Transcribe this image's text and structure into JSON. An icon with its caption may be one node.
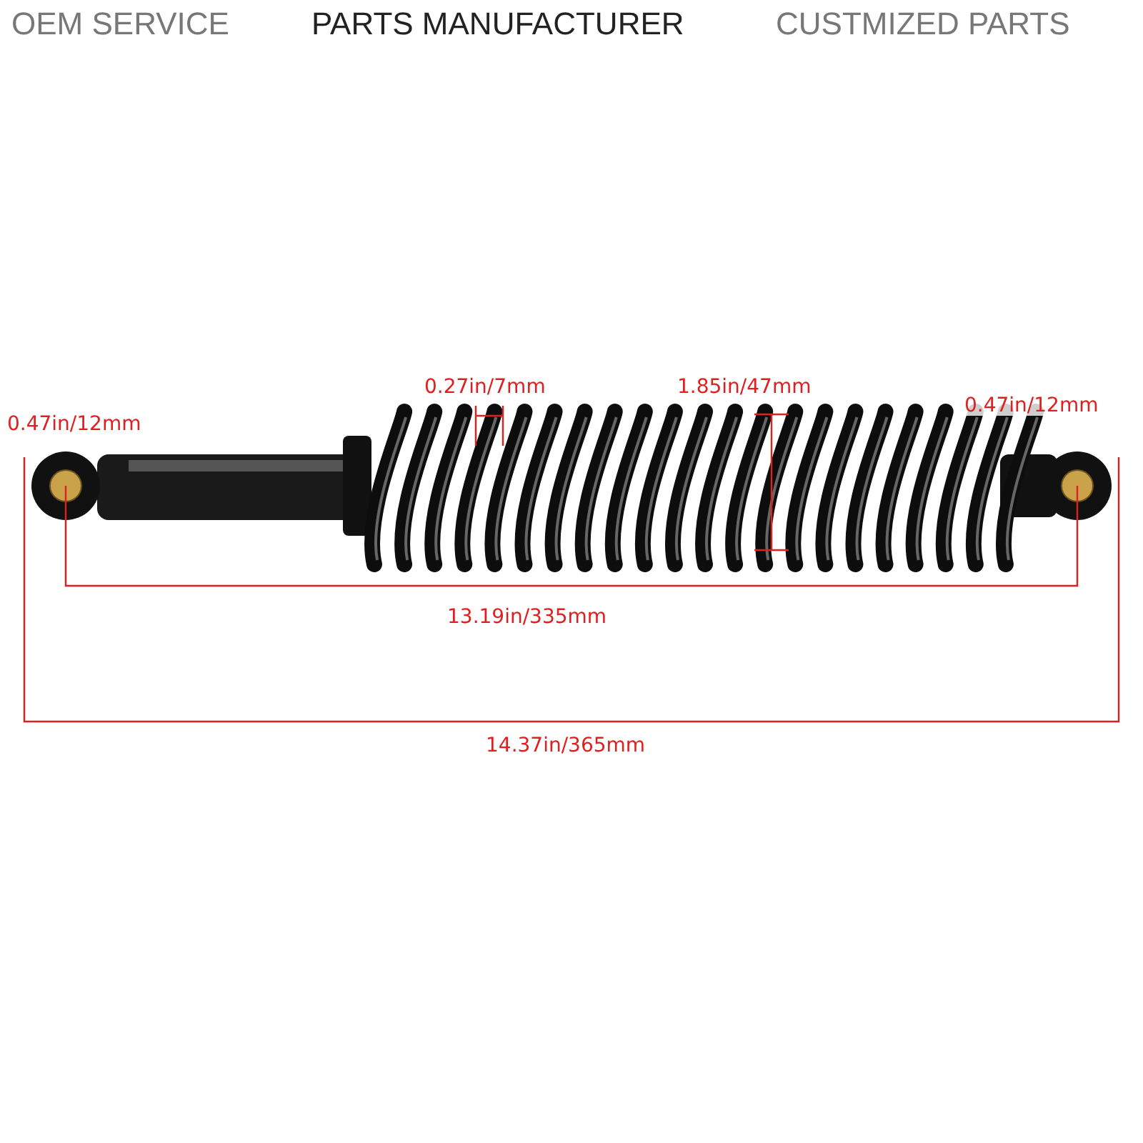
{
  "diagram": {
    "labels": [
      "OEM SERVICE",
      "PARTS MANUFACTURER",
      "CUSTMIZED PARTS",
      "0.27in/7mm",
      "1.85in/47mm",
      "0.47in/12mm",
      "0.47in/12mm",
      "13.19in/335mm",
      "14.37in/365mm"
    ]
  }
}
